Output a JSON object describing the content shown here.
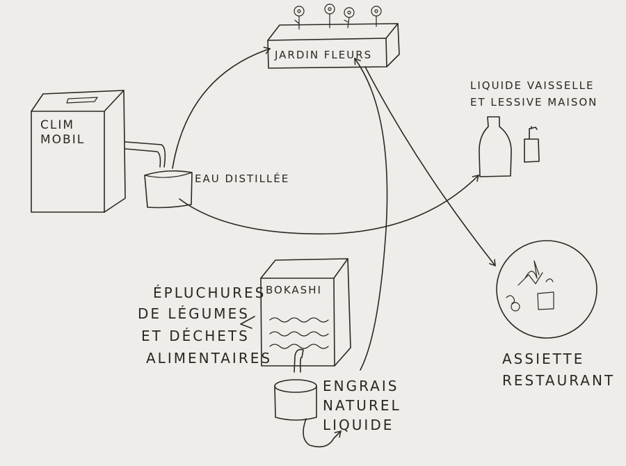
{
  "nodes": {
    "clim": {
      "lines": [
        "CLIM",
        "MOBIL"
      ]
    },
    "eau": {
      "label": "EAU DISTILLÉE"
    },
    "jardin": {
      "label": "JARDIN FLEURS"
    },
    "liquide": {
      "lines": [
        "LIQUIDE VAISSELLE",
        "ET LESSIVE MAISON"
      ]
    },
    "bokashi": {
      "label": "BOKASHI"
    },
    "epluchures": {
      "lines": [
        "ÉPLUCHURES",
        "DE LÉGUMES",
        "ET DÉCHETS",
        "ALIMENTAIRES"
      ]
    },
    "engrais": {
      "lines": [
        "ENGRAIS",
        "NATUREL",
        "LIQUIDE"
      ]
    },
    "assiette": {
      "lines": [
        "ASSIETTE",
        "RESTAURANT"
      ]
    }
  },
  "colors": {
    "ink": "#2b2622",
    "paper": "#eeedea"
  }
}
